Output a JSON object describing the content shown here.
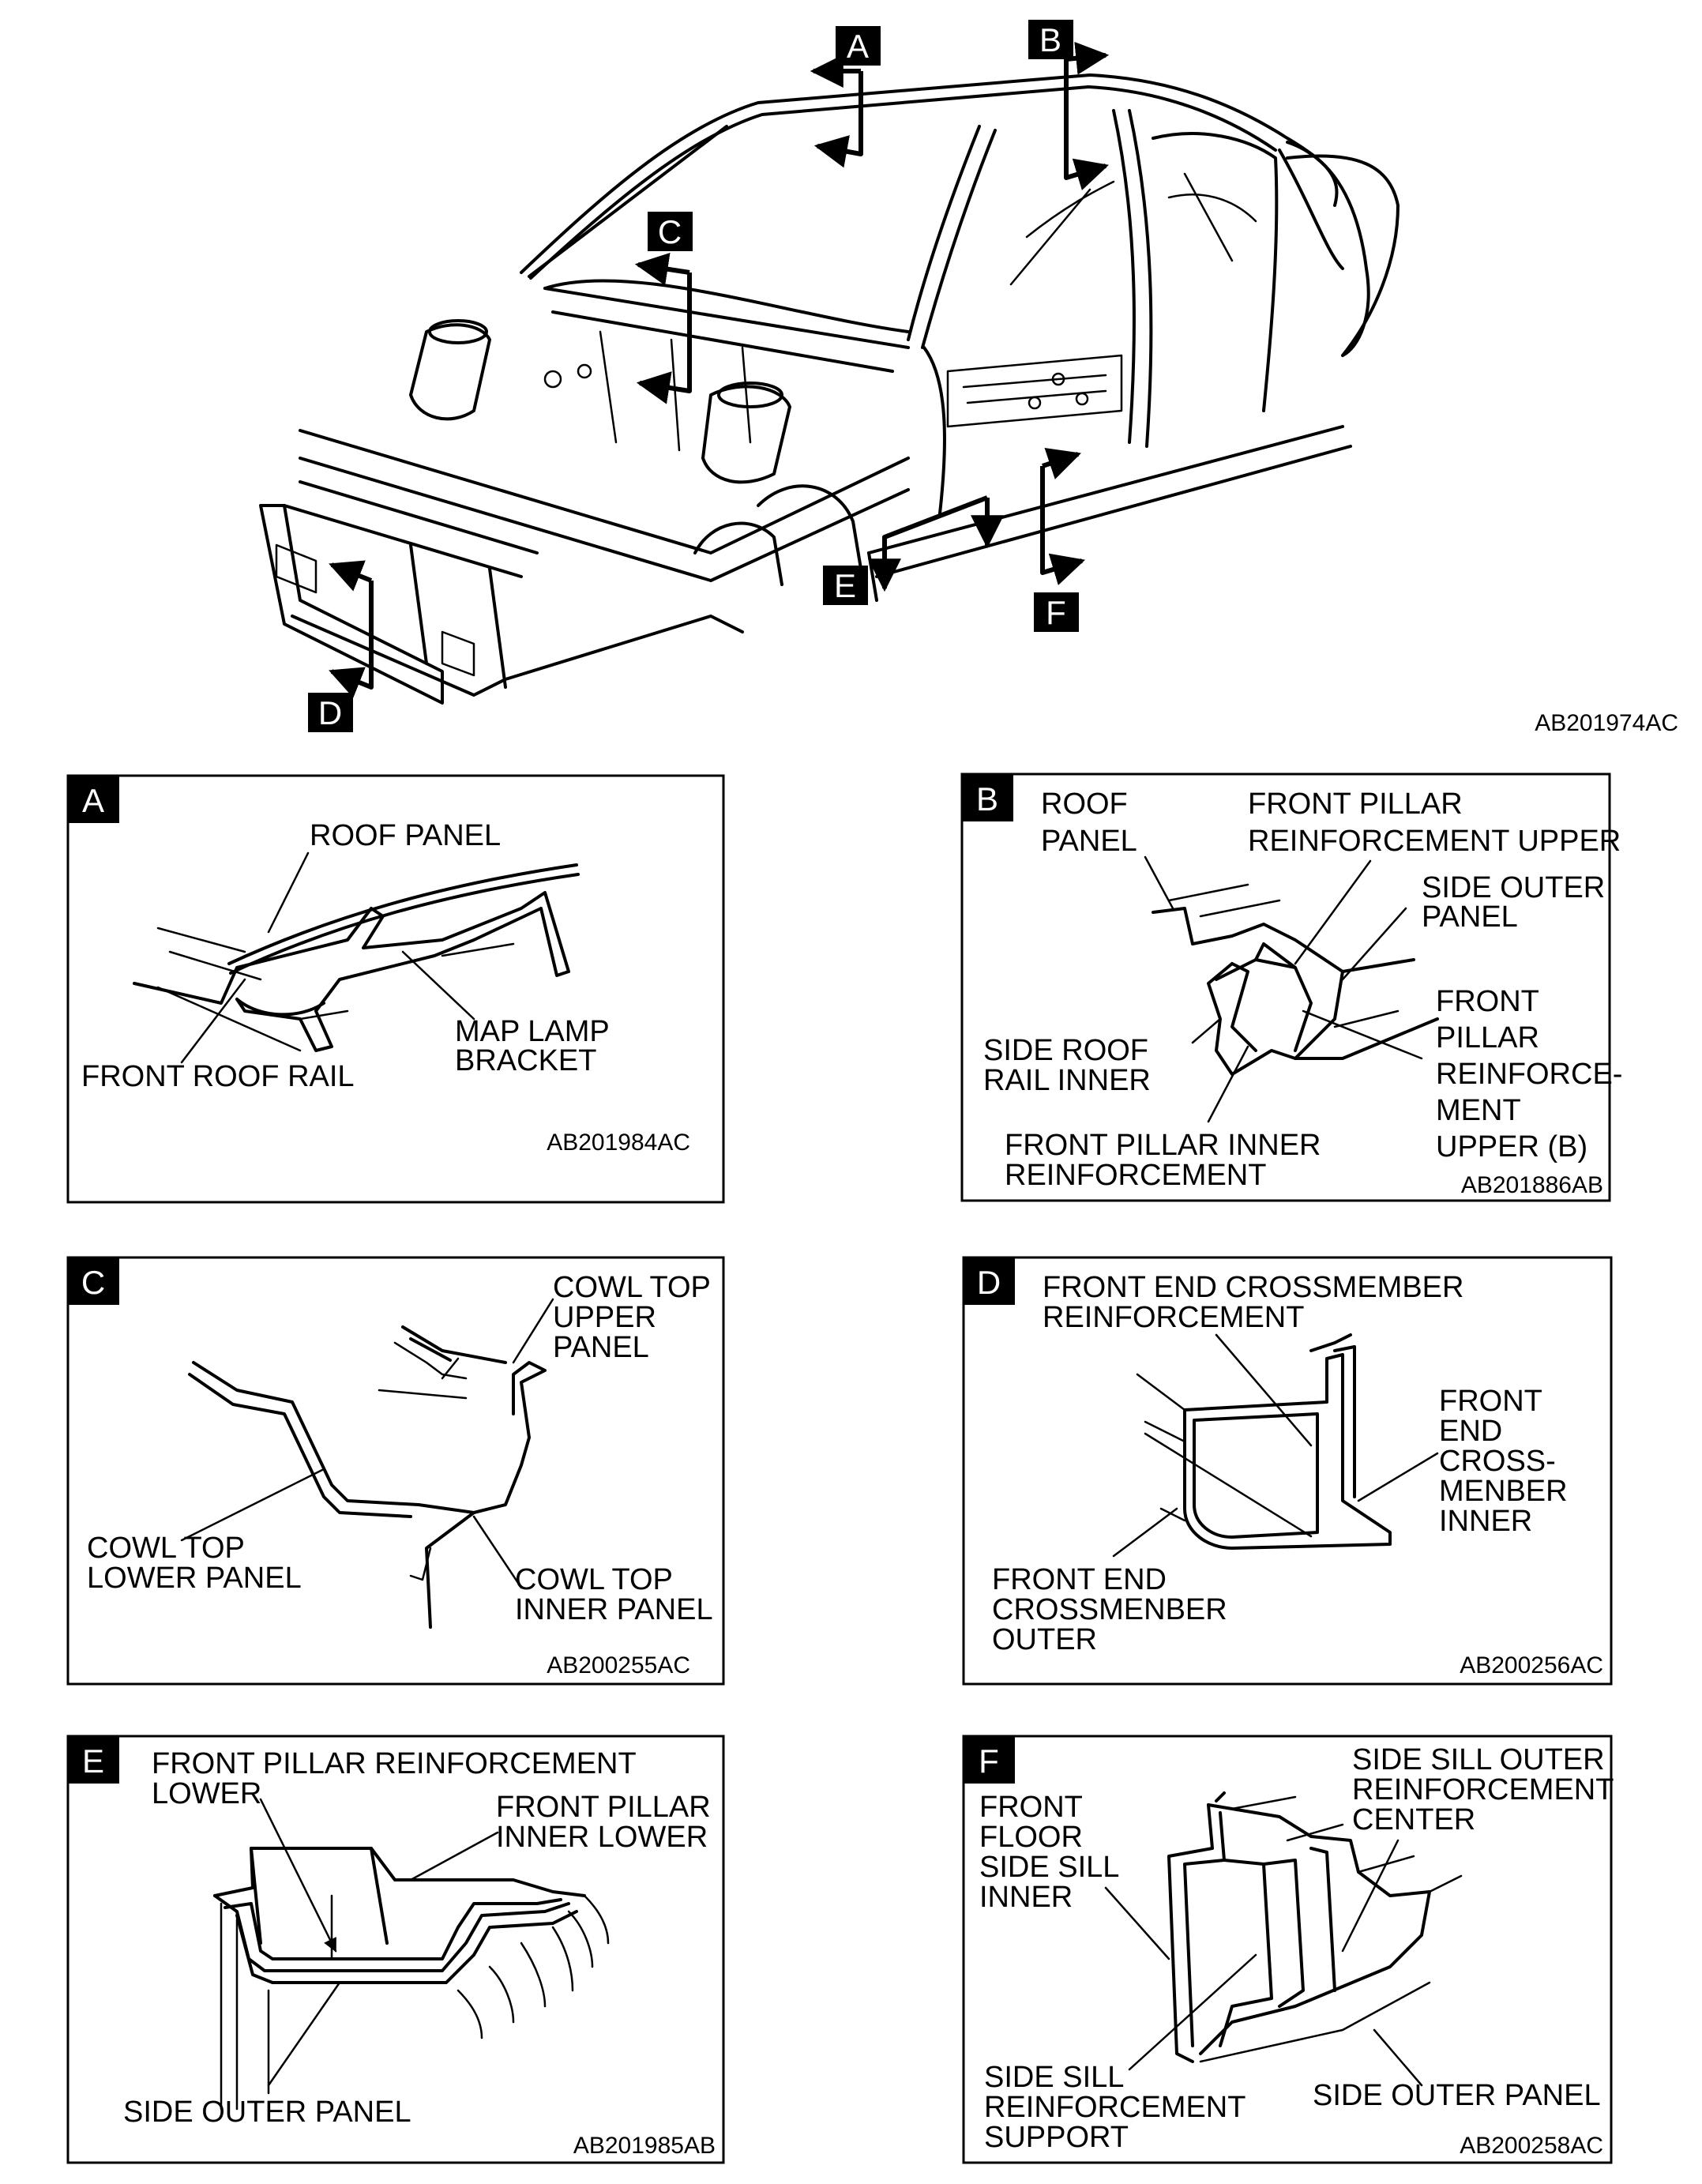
{
  "overview": {
    "code": "AB201974AC",
    "section_markers": [
      "A",
      "B",
      "C",
      "D",
      "E",
      "F"
    ]
  },
  "panels": {
    "A": {
      "tag": "A",
      "code": "AB201984AC",
      "labels": {
        "roof_panel": "ROOF PANEL",
        "front_roof_rail": "FRONT ROOF RAIL",
        "map_lamp_1": "MAP LAMP",
        "map_lamp_2": "BRACKET"
      }
    },
    "B": {
      "tag": "B",
      "code": "AB201886AB",
      "labels": {
        "roof_1": "ROOF",
        "roof_2": "PANEL",
        "fpru_1": "FRONT PILLAR",
        "fpru_2": "REINFORCEMENT UPPER",
        "sop_1": "SIDE OUTER",
        "sop_2": "PANEL",
        "fprb_1": "FRONT",
        "fprb_2": "PILLAR",
        "fprb_3": "REINFORCE-",
        "fprb_4": "MENT",
        "fprb_5": "UPPER (B)",
        "sri_1": "SIDE ROOF",
        "sri_2": "RAIL INNER",
        "fpir_1": "FRONT PILLAR INNER",
        "fpir_2": "REINFORCEMENT"
      }
    },
    "C": {
      "tag": "C",
      "code": "AB200255AC",
      "labels": {
        "ctu_1": "COWL TOP",
        "ctu_2": "UPPER",
        "ctu_3": "PANEL",
        "ctl_1": "COWL TOP",
        "ctl_2": "LOWER PANEL",
        "cti_1": "COWL TOP",
        "cti_2": "INNER PANEL"
      }
    },
    "D": {
      "tag": "D",
      "code": "AB200256AC",
      "labels": {
        "fecr_1": "FRONT END CROSSMEMBER",
        "fecr_2": "REINFORCEMENT",
        "feci_1": "FRONT",
        "feci_2": "END",
        "feci_3": "CROSS-",
        "feci_4": "MENBER",
        "feci_5": "INNER",
        "feco_1": "FRONT END",
        "feco_2": "CROSSMENBER",
        "feco_3": "OUTER"
      }
    },
    "E": {
      "tag": "E",
      "code": "AB201985AB",
      "labels": {
        "fprl_1": "FRONT PILLAR REINFORCEMENT",
        "fprl_2": "LOWER",
        "fpil_1": "FRONT PILLAR",
        "fpil_2": "INNER LOWER",
        "sop": "SIDE OUTER PANEL"
      }
    },
    "F": {
      "tag": "F",
      "code": "AB200258AC",
      "labels": {
        "ffssi_1": "FRONT",
        "ffssi_2": "FLOOR",
        "ffssi_3": "SIDE SILL",
        "ffssi_4": "INNER",
        "ssorc_1": "SIDE SILL OUTER",
        "ssorc_2": "REINFORCEMENT",
        "ssorc_3": "CENTER",
        "ssrs_1": "SIDE SILL",
        "ssrs_2": "REINFORCEMENT",
        "ssrs_3": "SUPPORT",
        "sop": "SIDE OUTER PANEL"
      }
    }
  }
}
